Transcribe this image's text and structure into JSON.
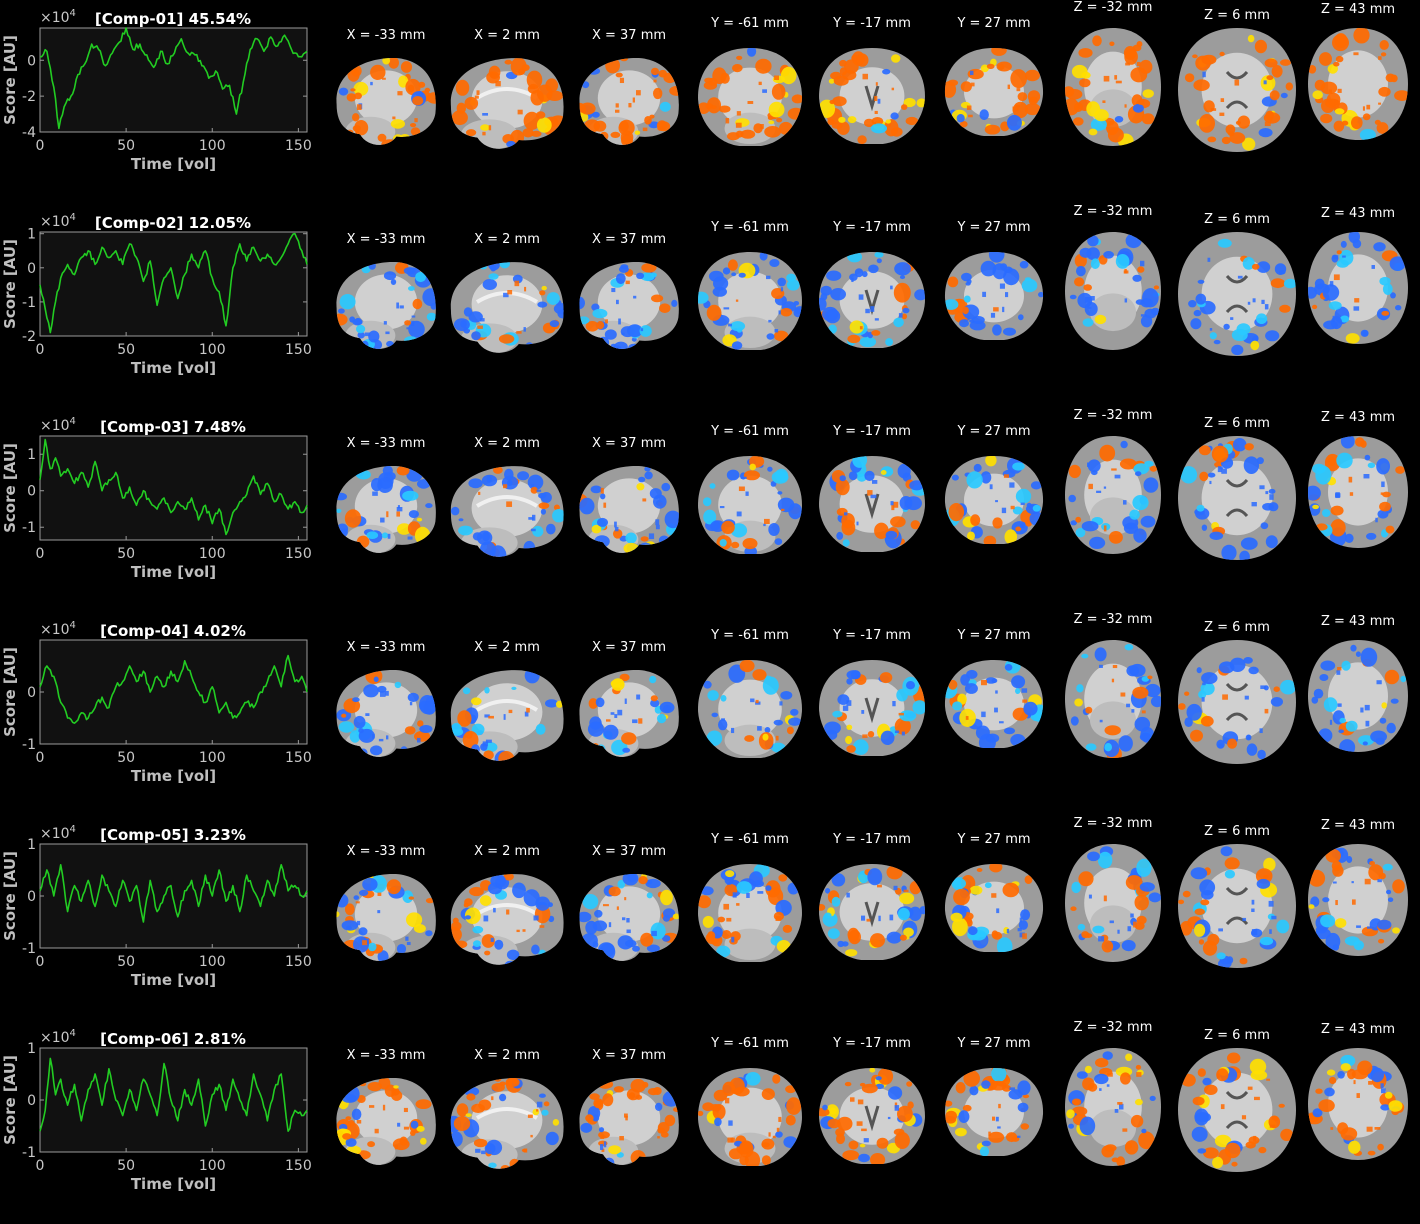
{
  "common": {
    "xlabel": "Time [vol]",
    "ylabel": "Score [AU]",
    "multiplier_base": "×10",
    "multiplier_exp": "4",
    "xticks": [
      "0",
      "50",
      "100",
      "150"
    ],
    "slice_labels": [
      "X = -33 mm",
      "X = 2 mm",
      "X = 37 mm",
      "Y = -61 mm",
      "Y = -17 mm",
      "Y = 27 mm",
      "Z = -32 mm",
      "Z = 6 mm",
      "Z = 43 mm"
    ],
    "colors": {
      "trace": "#22cc22",
      "positive": "#ff6a00",
      "positive_peak": "#ffe000",
      "negative": "#2a6bff",
      "negative_peak": "#29c9ff",
      "brain": "#a8a8a8"
    },
    "icons": [
      "brain-slice-icon"
    ]
  },
  "chart_data": [
    {
      "type": "line",
      "title": "[Comp-01] 45.54%",
      "xlabel": "Time [vol]",
      "ylabel": "Score [AU]",
      "xlim": [
        0,
        155
      ],
      "ylim": [
        -4,
        1.8
      ],
      "yticks": [
        "0",
        "-2",
        "-4"
      ],
      "ytick_values": [
        0,
        -2,
        -4
      ],
      "x": [
        0,
        4,
        8,
        11,
        14,
        18,
        22,
        26,
        30,
        34,
        38,
        42,
        46,
        50,
        54,
        58,
        62,
        66,
        70,
        74,
        78,
        82,
        86,
        90,
        94,
        98,
        102,
        106,
        110,
        114,
        118,
        122,
        126,
        130,
        134,
        138,
        142,
        146,
        150,
        155
      ],
      "values": [
        0.2,
        0.5,
        -1.5,
        -3.8,
        -2.6,
        -2.0,
        -0.8,
        -0.2,
        0.9,
        0.6,
        -0.3,
        0.4,
        1.0,
        1.8,
        0.6,
        0.9,
        0.3,
        -0.4,
        0.5,
        -0.2,
        0.4,
        1.2,
        0.4,
        0.3,
        -0.3,
        -1.0,
        -0.6,
        -1.6,
        -1.4,
        -3.0,
        -1.2,
        0.6,
        1.2,
        0.5,
        1.3,
        0.8,
        1.4,
        0.6,
        0.2,
        0.5
      ]
    },
    {
      "type": "line",
      "title": "[Comp-02] 12.05%",
      "xlabel": "Time [vol]",
      "ylabel": "Score [AU]",
      "xlim": [
        0,
        155
      ],
      "ylim": [
        -2,
        1.05
      ],
      "yticks": [
        "1",
        "0",
        "-1",
        "-2"
      ],
      "ytick_values": [
        1,
        0,
        -1,
        -2
      ],
      "x": [
        0,
        3,
        6,
        9,
        12,
        16,
        20,
        24,
        28,
        32,
        36,
        40,
        44,
        48,
        52,
        56,
        60,
        64,
        68,
        72,
        76,
        80,
        84,
        88,
        92,
        96,
        100,
        104,
        108,
        112,
        116,
        120,
        124,
        128,
        132,
        136,
        140,
        144,
        148,
        152,
        155
      ],
      "values": [
        -0.5,
        -1.2,
        -1.9,
        -1.0,
        -0.3,
        0.1,
        -0.2,
        0.3,
        0.5,
        0.1,
        0.6,
        0.3,
        0.5,
        0.1,
        0.7,
        0.3,
        -0.4,
        0.2,
        -1.1,
        -0.3,
        0.0,
        -0.9,
        -0.2,
        0.4,
        0.0,
        0.5,
        -0.3,
        -0.7,
        -1.7,
        0.0,
        0.7,
        0.2,
        0.6,
        0.2,
        0.4,
        0.1,
        0.3,
        0.7,
        1.0,
        0.5,
        0.1
      ]
    },
    {
      "type": "line",
      "title": "[Comp-03] 7.48%",
      "xlabel": "Time [vol]",
      "ylabel": "Score [AU]",
      "xlim": [
        0,
        155
      ],
      "ylim": [
        -1.35,
        1.5
      ],
      "yticks": [
        "1",
        "0",
        "-1"
      ],
      "ytick_values": [
        1,
        0,
        -1
      ],
      "x": [
        0,
        3,
        6,
        9,
        12,
        16,
        20,
        24,
        28,
        32,
        36,
        40,
        44,
        48,
        52,
        56,
        60,
        64,
        68,
        72,
        76,
        80,
        84,
        88,
        92,
        96,
        100,
        104,
        108,
        112,
        116,
        120,
        124,
        128,
        132,
        136,
        140,
        144,
        148,
        152,
        155
      ],
      "values": [
        0.3,
        1.4,
        0.6,
        0.9,
        0.4,
        0.6,
        0.2,
        0.5,
        0.1,
        0.8,
        0.0,
        0.3,
        0.5,
        -0.2,
        0.1,
        -0.4,
        0.0,
        -0.3,
        -0.5,
        -0.2,
        -0.6,
        -0.3,
        -0.5,
        -0.2,
        -0.8,
        -0.4,
        -0.9,
        -0.5,
        -1.2,
        -0.6,
        -0.3,
        -0.1,
        0.4,
        -0.1,
        0.2,
        -0.3,
        -0.1,
        -0.5,
        -0.3,
        -0.6,
        -0.4
      ]
    },
    {
      "type": "line",
      "title": "[Comp-04] 4.02%",
      "xlabel": "Time [vol]",
      "ylabel": "Score [AU]",
      "xlim": [
        0,
        155
      ],
      "ylim": [
        -1,
        1.0
      ],
      "yticks": [
        "0",
        "-1"
      ],
      "ytick_values": [
        0,
        -1
      ],
      "x": [
        0,
        4,
        8,
        12,
        16,
        20,
        24,
        28,
        32,
        36,
        40,
        44,
        48,
        52,
        56,
        60,
        64,
        68,
        72,
        76,
        80,
        84,
        88,
        92,
        96,
        100,
        104,
        108,
        112,
        116,
        120,
        124,
        128,
        132,
        136,
        140,
        144,
        148,
        152,
        155
      ],
      "values": [
        0.1,
        0.5,
        0.3,
        -0.2,
        -0.5,
        -0.6,
        -0.4,
        -0.5,
        -0.3,
        -0.1,
        -0.3,
        0.1,
        0.2,
        0.5,
        0.2,
        0.4,
        0.0,
        0.3,
        0.1,
        0.4,
        0.2,
        0.6,
        0.3,
        0.0,
        -0.2,
        0.1,
        -0.4,
        -0.2,
        -0.5,
        -0.4,
        -0.2,
        -0.3,
        0.0,
        0.2,
        0.5,
        0.1,
        0.7,
        0.2,
        0.3,
        0.0
      ]
    },
    {
      "type": "line",
      "title": "[Comp-05] 3.23%",
      "xlabel": "Time [vol]",
      "ylabel": "Score [AU]",
      "xlim": [
        0,
        155
      ],
      "ylim": [
        -1,
        1.0
      ],
      "yticks": [
        "1",
        "0",
        "-1"
      ],
      "ytick_values": [
        1,
        0,
        -1
      ],
      "x": [
        0,
        4,
        8,
        12,
        16,
        20,
        24,
        28,
        32,
        36,
        40,
        44,
        48,
        52,
        56,
        60,
        64,
        68,
        72,
        76,
        80,
        84,
        88,
        92,
        96,
        100,
        104,
        108,
        112,
        116,
        120,
        124,
        128,
        132,
        136,
        140,
        144,
        148,
        152,
        155
      ],
      "values": [
        0.1,
        0.5,
        0.0,
        0.6,
        -0.3,
        0.2,
        -0.1,
        0.3,
        -0.2,
        0.4,
        0.1,
        -0.2,
        0.3,
        -0.1,
        0.2,
        -0.5,
        0.3,
        -0.3,
        0.0,
        0.2,
        -0.4,
        0.1,
        0.3,
        -0.2,
        0.4,
        0.0,
        0.5,
        -0.1,
        0.2,
        -0.3,
        0.4,
        0.1,
        -0.2,
        0.3,
        0.0,
        0.6,
        0.1,
        0.2,
        0.0,
        0.1
      ]
    },
    {
      "type": "line",
      "title": "[Comp-06] 2.81%",
      "xlabel": "Time [vol]",
      "ylabel": "Score [AU]",
      "xlim": [
        0,
        155
      ],
      "ylim": [
        -1,
        1.0
      ],
      "yticks": [
        "1",
        "0",
        "-1"
      ],
      "ytick_values": [
        1,
        0,
        -1
      ],
      "x": [
        0,
        3,
        6,
        9,
        12,
        16,
        20,
        24,
        28,
        32,
        36,
        40,
        44,
        48,
        52,
        56,
        60,
        64,
        68,
        72,
        76,
        80,
        84,
        88,
        92,
        96,
        100,
        104,
        108,
        112,
        116,
        120,
        124,
        128,
        132,
        136,
        140,
        144,
        148,
        152,
        155
      ],
      "values": [
        -0.6,
        -0.2,
        0.8,
        0.1,
        0.4,
        -0.1,
        0.3,
        -0.4,
        0.2,
        0.5,
        -0.1,
        0.6,
        0.0,
        -0.3,
        0.2,
        -0.2,
        0.4,
        0.1,
        -0.3,
        0.7,
        0.0,
        -0.4,
        0.2,
        -0.1,
        0.4,
        -0.5,
        0.1,
        0.3,
        -0.2,
        0.4,
        0.0,
        -0.3,
        0.5,
        0.1,
        -0.4,
        0.2,
        0.5,
        -0.6,
        -0.2,
        -0.3,
        -0.2
      ]
    }
  ]
}
